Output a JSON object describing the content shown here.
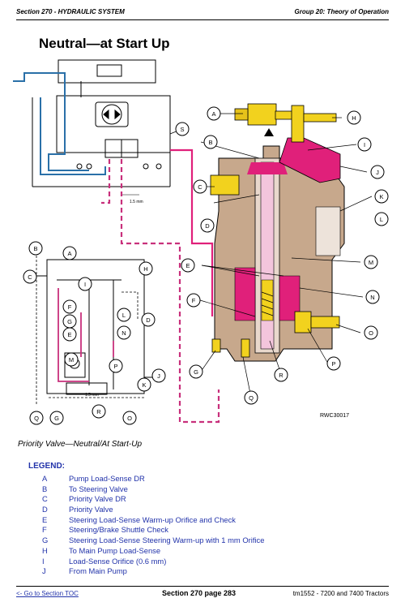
{
  "header": {
    "section": "Section 270 - HYDRAULIC SYSTEM",
    "group": "Group 20: Theory of Operation"
  },
  "title": "Neutral—at Start Up",
  "figure": {
    "callouts": [
      "A",
      "B",
      "C",
      "D",
      "E",
      "F",
      "G",
      "H",
      "I",
      "J",
      "K",
      "L",
      "M",
      "N",
      "O",
      "P",
      "Q",
      "R",
      "S"
    ],
    "orifice_label": "1.5 mm",
    "code": "RWC30017"
  },
  "caption": "Priority Valve—Neutral/At Start-Up",
  "legend": {
    "title": "LEGEND:",
    "items": [
      {
        "key": "A",
        "text": "Pump Load-Sense DR"
      },
      {
        "key": "B",
        "text": "To Steering Valve"
      },
      {
        "key": "C",
        "text": "Priority Valve DR"
      },
      {
        "key": "D",
        "text": "Priority Valve"
      },
      {
        "key": "E",
        "text": "Steering Load-Sense Warm-up Orifice and Check"
      },
      {
        "key": "F",
        "text": "Steering/Brake Shuttle Check"
      },
      {
        "key": "G",
        "text": "Steering Load-Sense Steering Warm-up with 1 mm Orifice"
      },
      {
        "key": "H",
        "text": "To Main Pump Load-Sense"
      },
      {
        "key": "I",
        "text": "Load-Sense Orifice (0.6 mm)"
      },
      {
        "key": "J",
        "text": "From Main Pump"
      }
    ]
  },
  "footer": {
    "toc_link": "<- Go to Section TOC",
    "page": "Section 270 page 283",
    "doc": "tm1552 - 7200 and 7400 Tractors"
  },
  "colors": {
    "pink": "#e0207a",
    "magenta": "#c8307c",
    "yellow": "#f2d21e",
    "tan": "#c7a88c",
    "navy": "#2233aa",
    "blue": "#2a70a8"
  }
}
